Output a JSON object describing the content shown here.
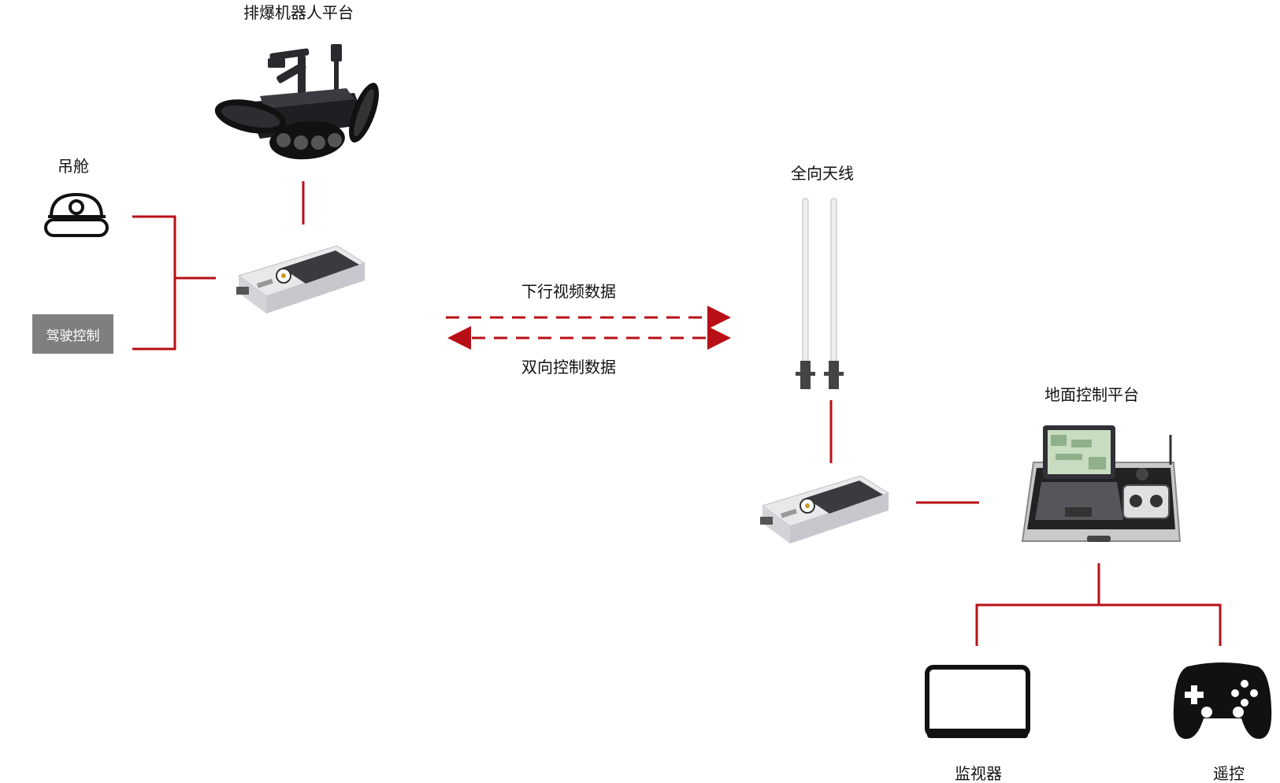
{
  "labels": {
    "robot_platform": "排爆机器人平台",
    "pod": "吊舱",
    "drive_control": "驾驶控制",
    "downlink": "下行视频数据",
    "bidirectional": "双向控制数据",
    "antenna": "全向天线",
    "ground_platform": "地面控制平台",
    "monitor": "监视器",
    "remote": "遥控"
  },
  "colors": {
    "link_line": "#b80f16",
    "device_body": "#e9e9ec",
    "device_dark": "#3a3a3f",
    "drive_box": "#7f7f7f"
  },
  "icons": {
    "robot": "tracked-robot-icon",
    "pod": "dome-camera-icon",
    "transceiver": "radio-module-icon",
    "antenna": "omni-antenna-icon",
    "ground_station": "rugged-laptop-case-icon",
    "monitor": "monitor-icon",
    "gamepad": "gamepad-icon"
  }
}
